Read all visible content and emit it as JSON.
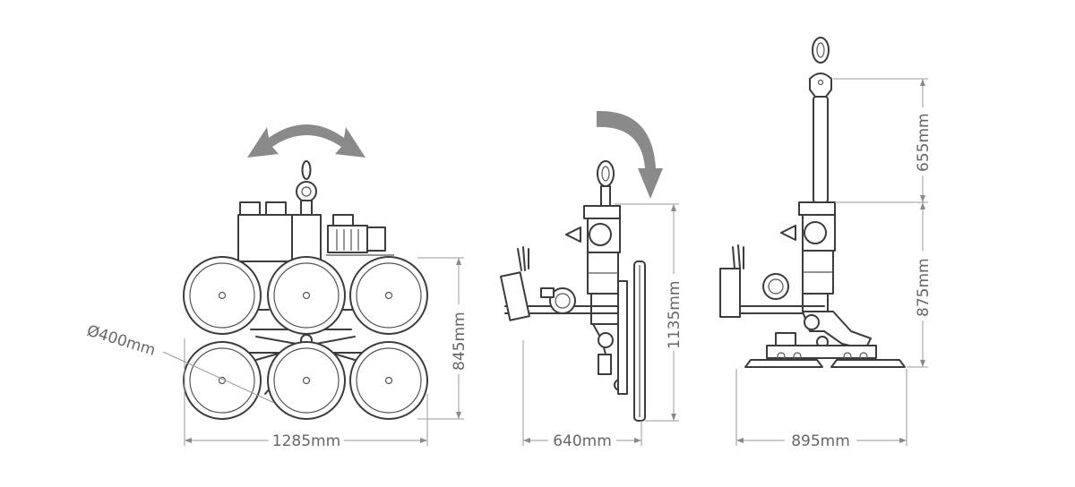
{
  "dimensions": {
    "pad_diameter": "Ø400mm",
    "front_width": "1285mm",
    "front_height": "845mm",
    "side_width": "640mm",
    "side_height": "1135mm",
    "lying_width": "895mm",
    "lying_upper_height": "655mm",
    "lying_lower_height": "875mm"
  },
  "colors": {
    "line": "#3c3c3c",
    "dimension_line": "#9a9a9a",
    "arrow": "#8a8a8a",
    "text": "#666666"
  }
}
